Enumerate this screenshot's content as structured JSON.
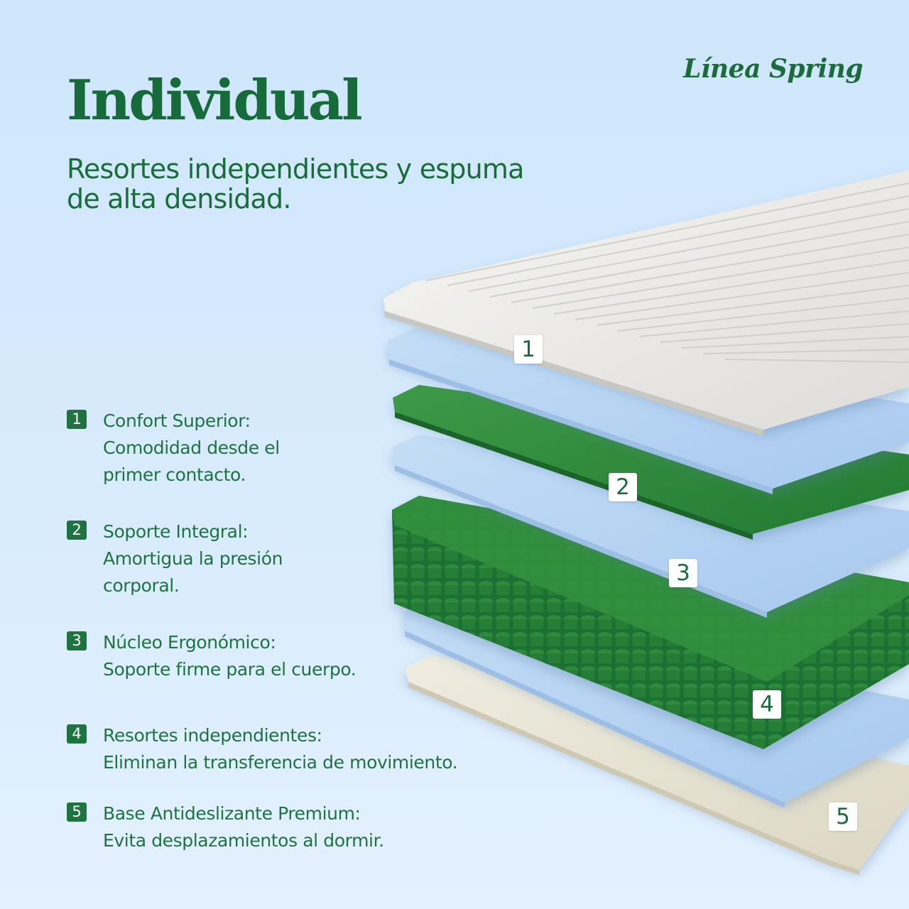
{
  "brand": "Línea Spring",
  "title": "Individual",
  "subtitle": {
    "line1": "Resortes independientes y espuma",
    "line2": "de alta densidad."
  },
  "features": [
    {
      "num": "1",
      "lines": [
        "Confort Superior:",
        "Comodidad desde el",
        "primer contacto."
      ]
    },
    {
      "num": "2",
      "lines": [
        "Soporte Integral:",
        "Amortigua la presión",
        "corporal."
      ]
    },
    {
      "num": "3",
      "lines": [
        "Núcleo Ergonómico:",
        "Soporte firme para el cuerpo."
      ]
    },
    {
      "num": "4",
      "lines": [
        "Resortes independientes:",
        "Eliminan la transferencia de movimiento."
      ]
    },
    {
      "num": "5",
      "lines": [
        "Base Antideslizante Premium:",
        "Evita desplazamientos al dormir."
      ]
    }
  ],
  "badges": [
    "1",
    "2",
    "3",
    "4",
    "5"
  ],
  "colors": {
    "brand_green": "#1b6b3c",
    "background_blue": "#d9ecfd",
    "foam_blue": "#b4d3f3",
    "foam_green": "#2e8b3e",
    "spring_green": "#257a38",
    "cover_white": "#eeeeec",
    "base_beige": "#e8e4d4"
  }
}
